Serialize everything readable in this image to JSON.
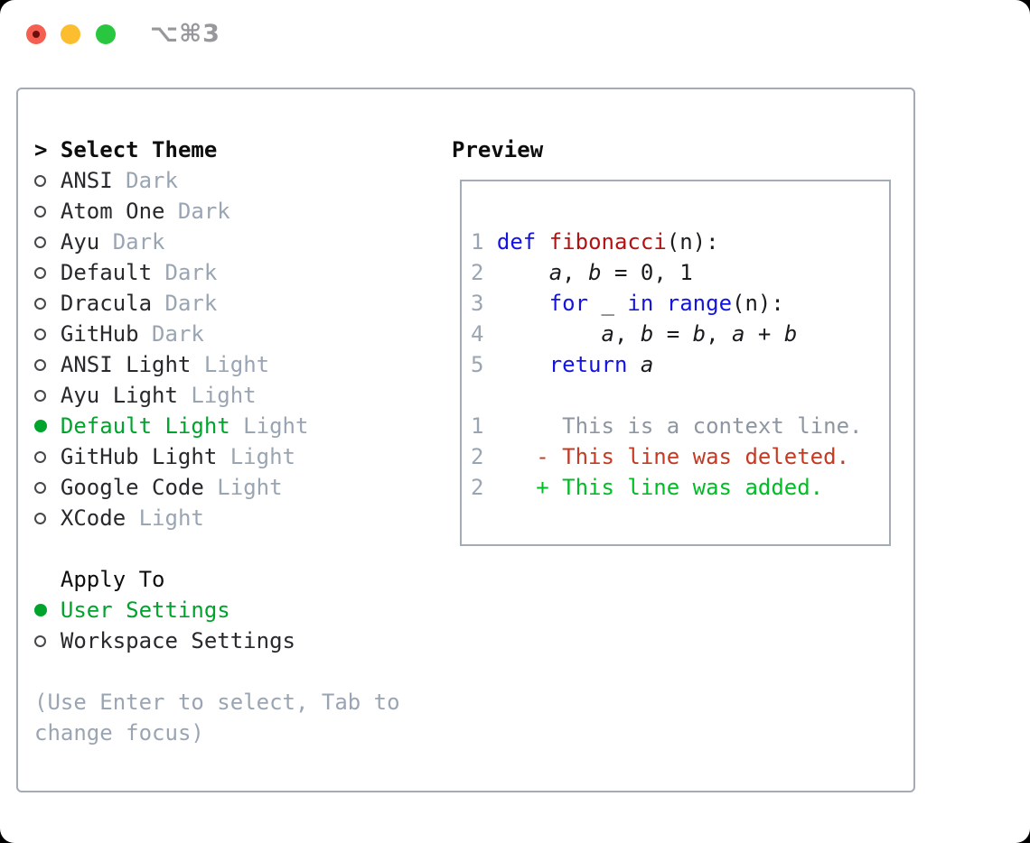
{
  "titlebar": {
    "title": "⌥⌘3",
    "buttons": [
      "close",
      "minimize",
      "zoom"
    ]
  },
  "colors": {
    "selected_green": "#00a42c",
    "added_green": "#00bd26",
    "deleted_red": "#c43a22",
    "keyword_blue": "#1414e0",
    "function_red": "#b31212",
    "muted_gray": "#9aa5b3",
    "context_gray": "#8d96a1",
    "border_gray": "#a3abb6",
    "traffic_red": "#f55f51",
    "traffic_yellow": "#fcbd2f",
    "traffic_green": "#29c73f"
  },
  "theme_panel": {
    "header": {
      "prompt": ">",
      "label": "Select Theme"
    },
    "themes": [
      {
        "name": "ANSI",
        "tag": "Dark",
        "selected": false
      },
      {
        "name": "Atom One",
        "tag": "Dark",
        "selected": false
      },
      {
        "name": "Ayu",
        "tag": "Dark",
        "selected": false
      },
      {
        "name": "Default",
        "tag": "Dark",
        "selected": false
      },
      {
        "name": "Dracula",
        "tag": "Dark",
        "selected": false
      },
      {
        "name": "GitHub",
        "tag": "Dark",
        "selected": false
      },
      {
        "name": "ANSI Light",
        "tag": "Light",
        "selected": false
      },
      {
        "name": "Ayu Light",
        "tag": "Light",
        "selected": false
      },
      {
        "name": "Default Light",
        "tag": "Light",
        "selected": true
      },
      {
        "name": "GitHub Light",
        "tag": "Light",
        "selected": false
      },
      {
        "name": "Google Code",
        "tag": "Light",
        "selected": false
      },
      {
        "name": "XCode",
        "tag": "Light",
        "selected": false
      }
    ],
    "apply_to": {
      "label": "Apply To",
      "options": [
        {
          "label": "User Settings",
          "selected": true
        },
        {
          "label": "Workspace Settings",
          "selected": false
        }
      ]
    },
    "help_lines": [
      "(Use Enter to select, Tab to",
      "change focus)"
    ]
  },
  "preview": {
    "header": "Preview",
    "code_lines": [
      {
        "num": "1",
        "tokens": [
          {
            "t": " "
          },
          {
            "t": "def",
            "c": "kw"
          },
          {
            "t": " "
          },
          {
            "t": "fibonacci",
            "c": "fn"
          },
          {
            "t": "(n):"
          }
        ]
      },
      {
        "num": "2",
        "tokens": [
          {
            "t": "     "
          },
          {
            "t": "a",
            "c": "var"
          },
          {
            "t": ", "
          },
          {
            "t": "b",
            "c": "var"
          },
          {
            "t": " = 0, 1"
          }
        ]
      },
      {
        "num": "3",
        "tokens": [
          {
            "t": "     "
          },
          {
            "t": "for",
            "c": "kw"
          },
          {
            "t": " _ "
          },
          {
            "t": "in",
            "c": "kw"
          },
          {
            "t": " "
          },
          {
            "t": "range",
            "c": "kw"
          },
          {
            "t": "(n):"
          }
        ]
      },
      {
        "num": "4",
        "tokens": [
          {
            "t": "         "
          },
          {
            "t": "a",
            "c": "var"
          },
          {
            "t": ", "
          },
          {
            "t": "b",
            "c": "var"
          },
          {
            "t": " = "
          },
          {
            "t": "b",
            "c": "var"
          },
          {
            "t": ", "
          },
          {
            "t": "a",
            "c": "var"
          },
          {
            "t": " + "
          },
          {
            "t": "b",
            "c": "var"
          }
        ]
      },
      {
        "num": "5",
        "tokens": [
          {
            "t": "     "
          },
          {
            "t": "return",
            "c": "kw"
          },
          {
            "t": " "
          },
          {
            "t": "a",
            "c": "var"
          }
        ]
      }
    ],
    "diff_lines": [
      {
        "num": "1",
        "kind": "context",
        "text": "      This is a context line."
      },
      {
        "num": "2",
        "kind": "deleted",
        "text": "    - This line was deleted."
      },
      {
        "num": "2",
        "kind": "added",
        "text": "    + This line was added."
      }
    ]
  }
}
